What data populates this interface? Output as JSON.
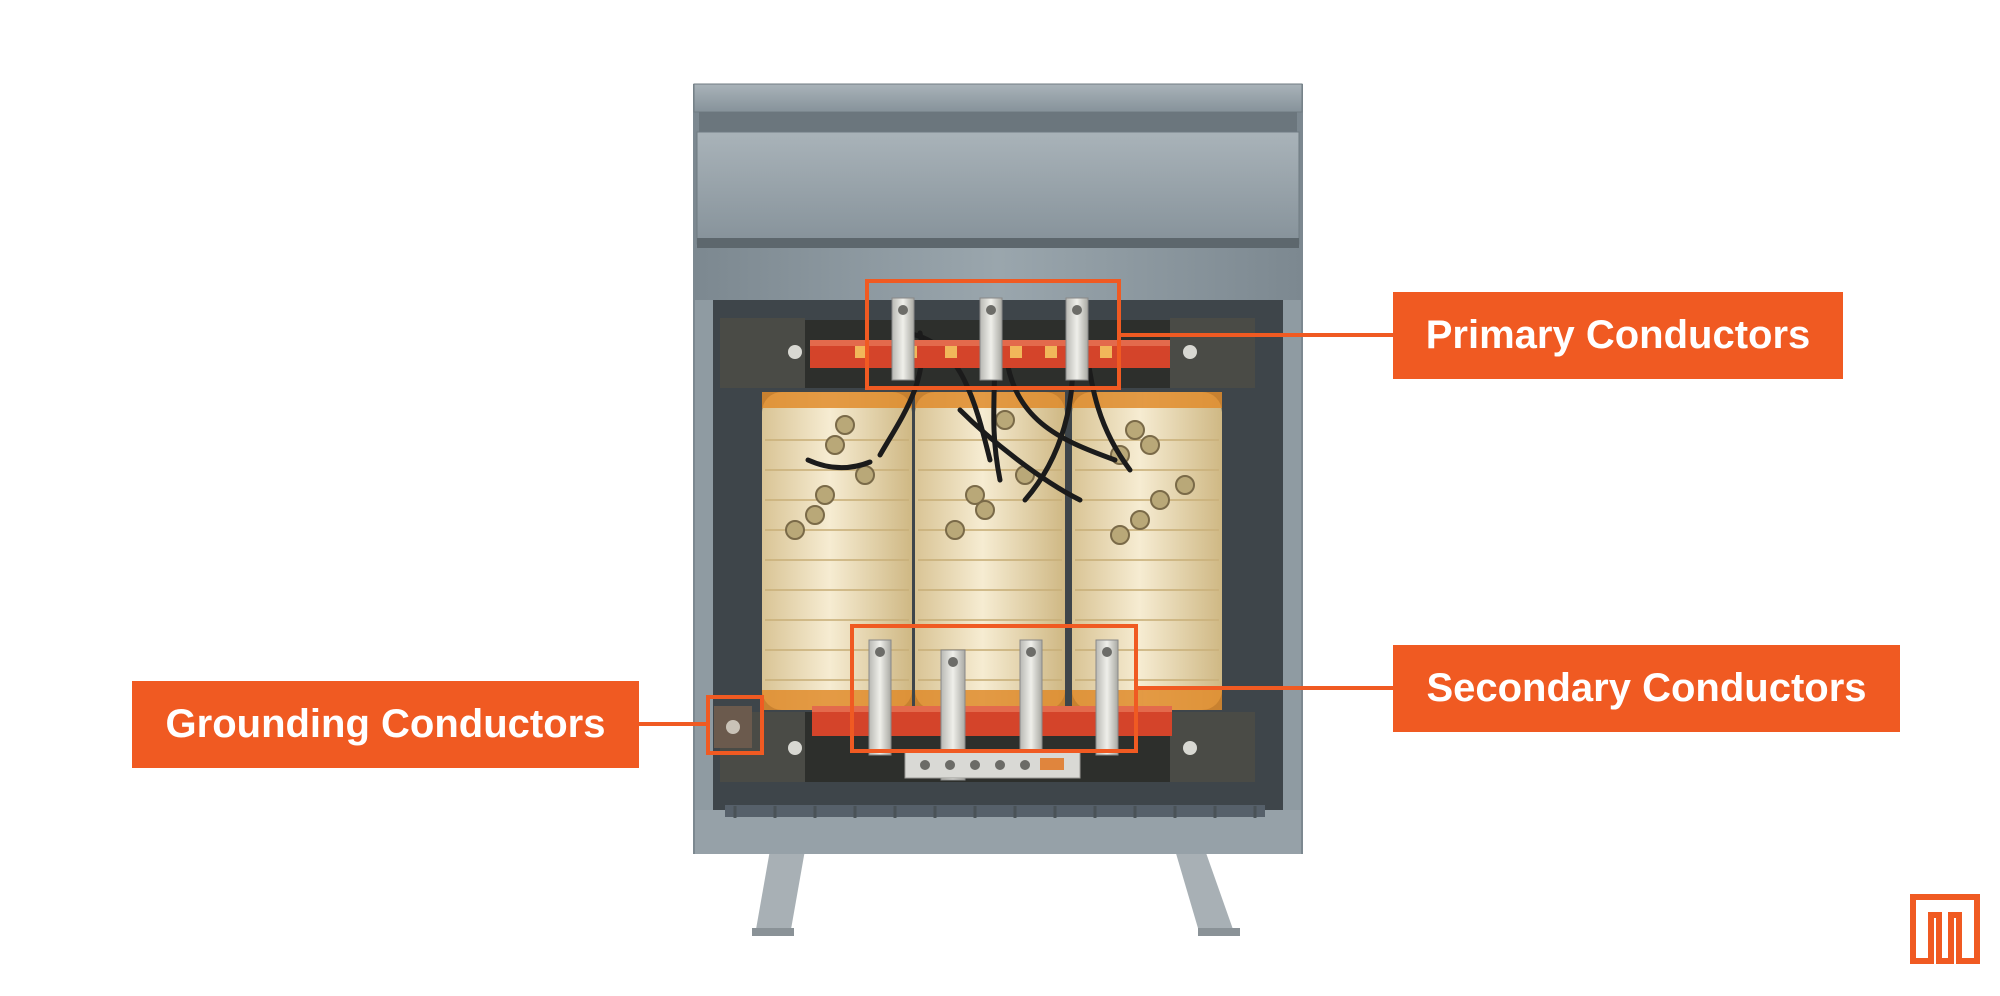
{
  "callouts": {
    "primary": "Primary Conductors",
    "secondary": "Secondary Conductors",
    "grounding": "Grounding Conductors"
  },
  "colors": {
    "accent": "#f05a22",
    "cabinet": "#8e9aa1",
    "coil": "#f0e2bf",
    "busbar": "#d4442a",
    "background": "#ffffff"
  },
  "logo": {
    "icon": "brand-logo-icon"
  }
}
